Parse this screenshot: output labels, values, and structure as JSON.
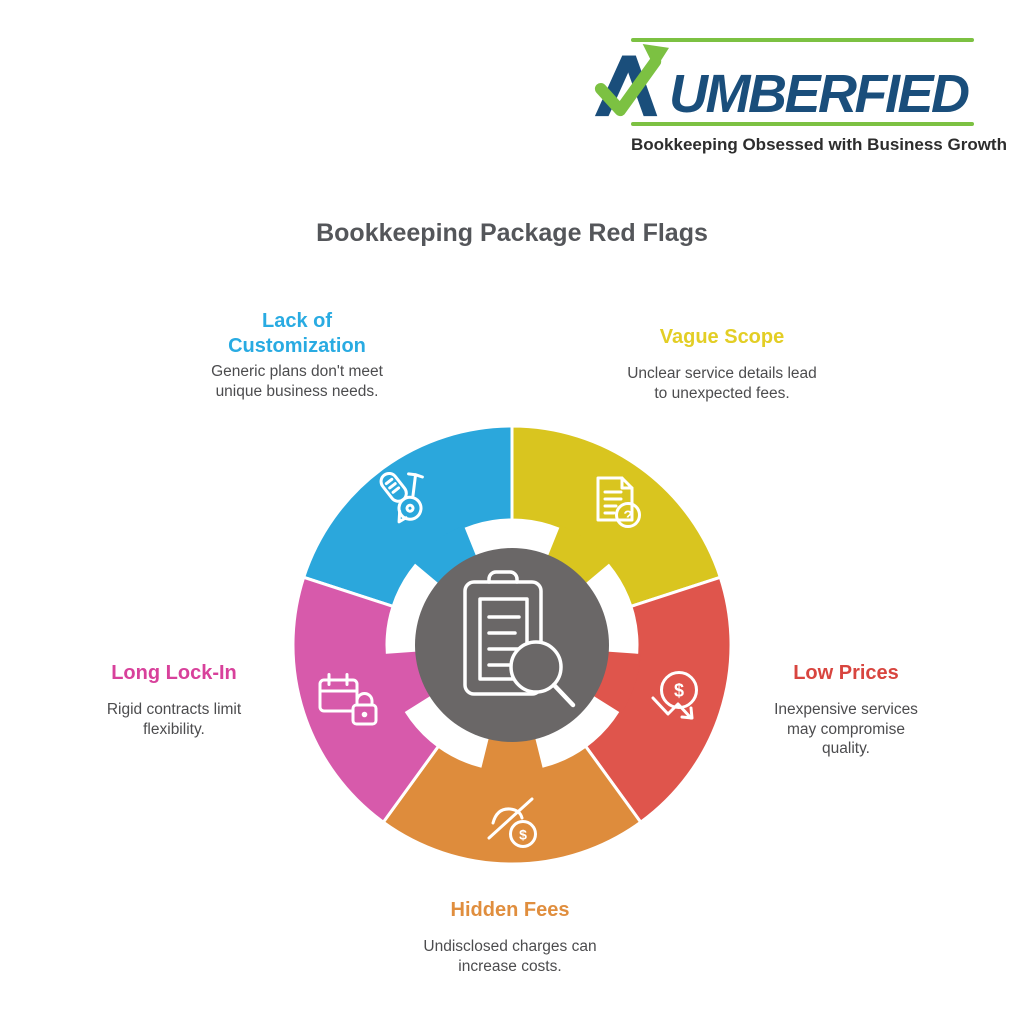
{
  "logo": {
    "brand": "NUMBERFIED",
    "brand_rest": "UMBERFIED",
    "tagline": "Bookkeeping Obsessed with Business Growth",
    "green": "#7CC142",
    "navy": "#1A4E7B"
  },
  "title": {
    "text": "Bookkeeping Package Red Flags",
    "color": "#54565A"
  },
  "center_hub": {
    "icon": "clipboard-search-icon",
    "color": "#6A6767"
  },
  "flags": [
    {
      "id": "lack-of-customization",
      "heading": "Lack of Customization",
      "description": "Generic plans don't meet unique business needs.",
      "heading_color": "#29ABE2",
      "segment_color": "#2BA7DC",
      "icon": "customization-tool-icon"
    },
    {
      "id": "vague-scope",
      "heading": "Vague Scope",
      "description": "Unclear service details lead to unexpected fees.",
      "heading_color": "#E3CE25",
      "segment_color": "#D9C51F",
      "icon": "document-question-icon"
    },
    {
      "id": "low-prices",
      "heading": "Low Prices",
      "description": "Inexpensive services may compromise quality.",
      "heading_color": "#D8453F",
      "segment_color": "#DF554C",
      "icon": "price-drop-icon"
    },
    {
      "id": "hidden-fees",
      "heading": "Hidden Fees",
      "description": "Undisclosed charges can increase costs.",
      "heading_color": "#E08E3E",
      "segment_color": "#DE8C3C",
      "icon": "hidden-eye-dollar-icon"
    },
    {
      "id": "long-lock-in",
      "heading": "Long Lock-In",
      "description": "Rigid contracts limit flexibility.",
      "heading_color": "#D8419B",
      "segment_color": "#D75AAB",
      "icon": "calendar-lock-icon"
    }
  ]
}
